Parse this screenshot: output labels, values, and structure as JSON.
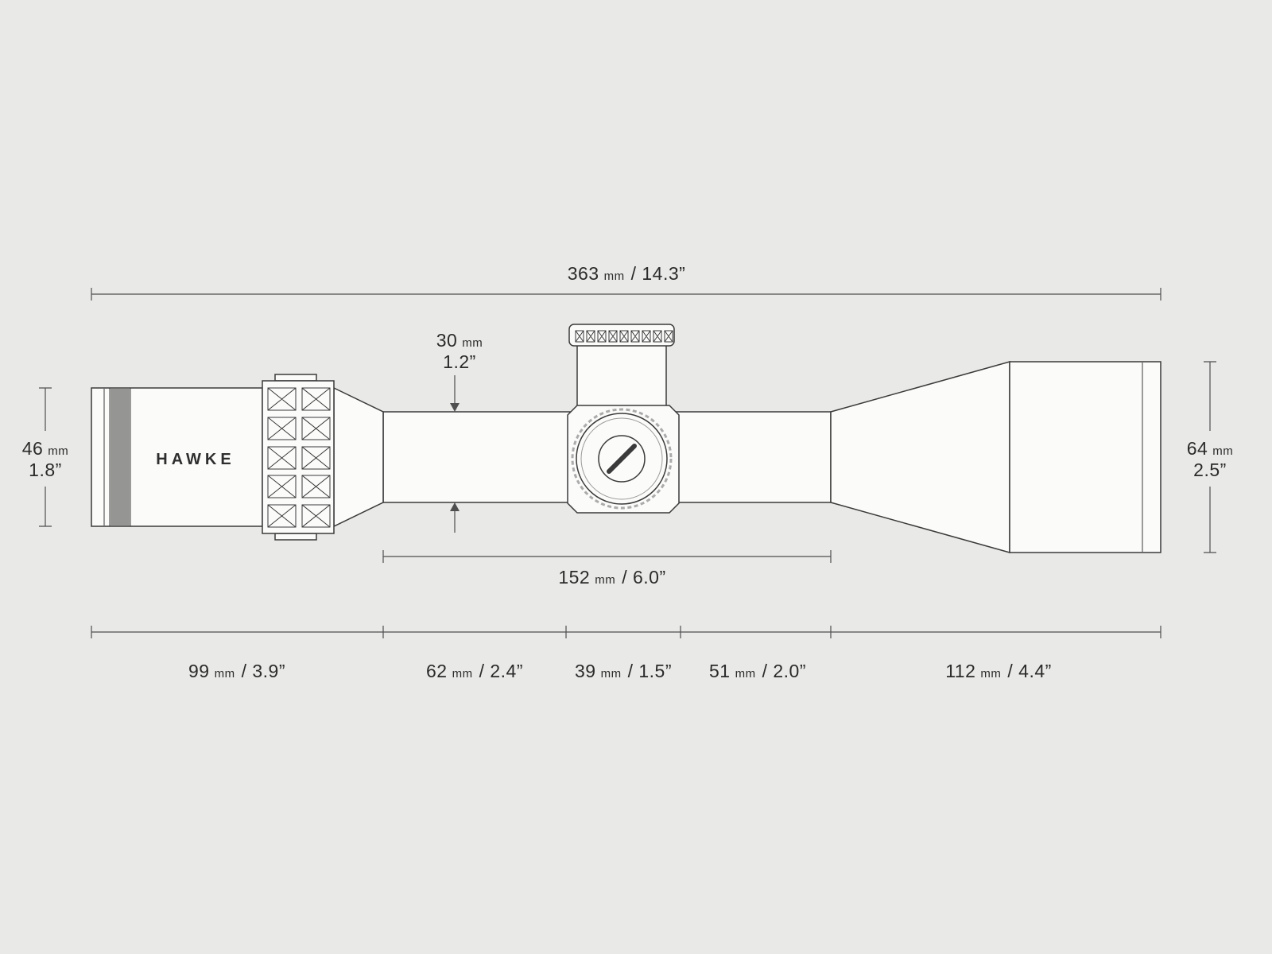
{
  "brand": "HAWKE",
  "units": {
    "mm": "mm"
  },
  "colors": {
    "background": "#e9e9e7",
    "drawing_line": "#3a3a3a",
    "dimension_line": "#4f4f4f",
    "text": "#2b2b2b"
  },
  "dims": {
    "overall": {
      "mm_value": "363",
      "inch_label": "/ 14.3”"
    },
    "tube_diameter": {
      "mm_value": "30",
      "inch_label": "1.2”"
    },
    "eyepiece_diameter": {
      "mm_value": "46",
      "inch_label": "1.8”"
    },
    "objective_diameter": {
      "mm_value": "64",
      "inch_label": "2.5”"
    },
    "saddle_length": {
      "mm_value": "152",
      "inch_label": "/ 6.0”"
    },
    "segments": [
      {
        "mm_value": "99",
        "inch_label": "/ 3.9”"
      },
      {
        "mm_value": "62",
        "inch_label": "/ 2.4”"
      },
      {
        "mm_value": "39",
        "inch_label": "/ 1.5”"
      },
      {
        "mm_value": "51",
        "inch_label": "/ 2.0”"
      },
      {
        "mm_value": "112",
        "inch_label": "/ 4.4”"
      }
    ]
  }
}
